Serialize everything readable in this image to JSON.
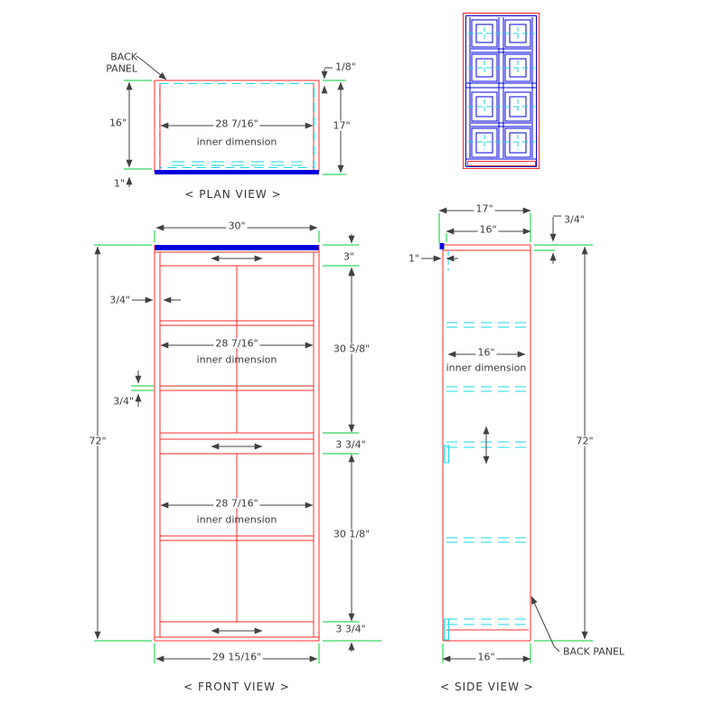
{
  "colors": {
    "panel_red": "#ff2b2b",
    "face_blue": "#0000e0",
    "hidden_cyan": "#17d8e4",
    "extension_green": "#00cc33",
    "dimension_gray": "#404040"
  },
  "plan_view": {
    "label": "< PLAN VIEW >",
    "back_line1": "BACK",
    "back_line2": "PANEL",
    "dim_back_thickness": "1/8\"",
    "dim_depth": "16\"",
    "dim_front": "1\"",
    "dim_total_depth": "17\"",
    "dim_inner_width": "28 7/16\"",
    "note_inner": "inner dimension"
  },
  "front_view": {
    "label": "< FRONT VIEW >",
    "dim_top_width": "30\"",
    "dim_height": "72\"",
    "dim_side_thickness": "3/4\"",
    "dim_top_section": "3\"",
    "dim_upper_opening": "30 5/8\"",
    "dim_inner_width_upper": "28 7/16\"",
    "note_inner_upper": "inner dimension",
    "dim_shelf_thickness": "3/4\"",
    "dim_mid_section": "3 3/4\"",
    "dim_inner_width_lower": "28 7/16\"",
    "note_inner_lower": "inner dimension",
    "dim_lower_opening": "30 1/8\"",
    "dim_bottom_section": "3 3/4\"",
    "dim_case_width": "29 15/16\""
  },
  "side_view": {
    "label": "< SIDE VIEW >",
    "dim_total_depth": "17\"",
    "dim_case_depth": "16\"",
    "dim_top_thickness": "3/4\"",
    "dim_front_lip": "1\"",
    "dim_inner_depth": "16\"",
    "note_inner": "inner dimension",
    "dim_height": "72\"",
    "dim_bottom_depth": "16\"",
    "callout_back_panel": "BACK PANEL"
  }
}
